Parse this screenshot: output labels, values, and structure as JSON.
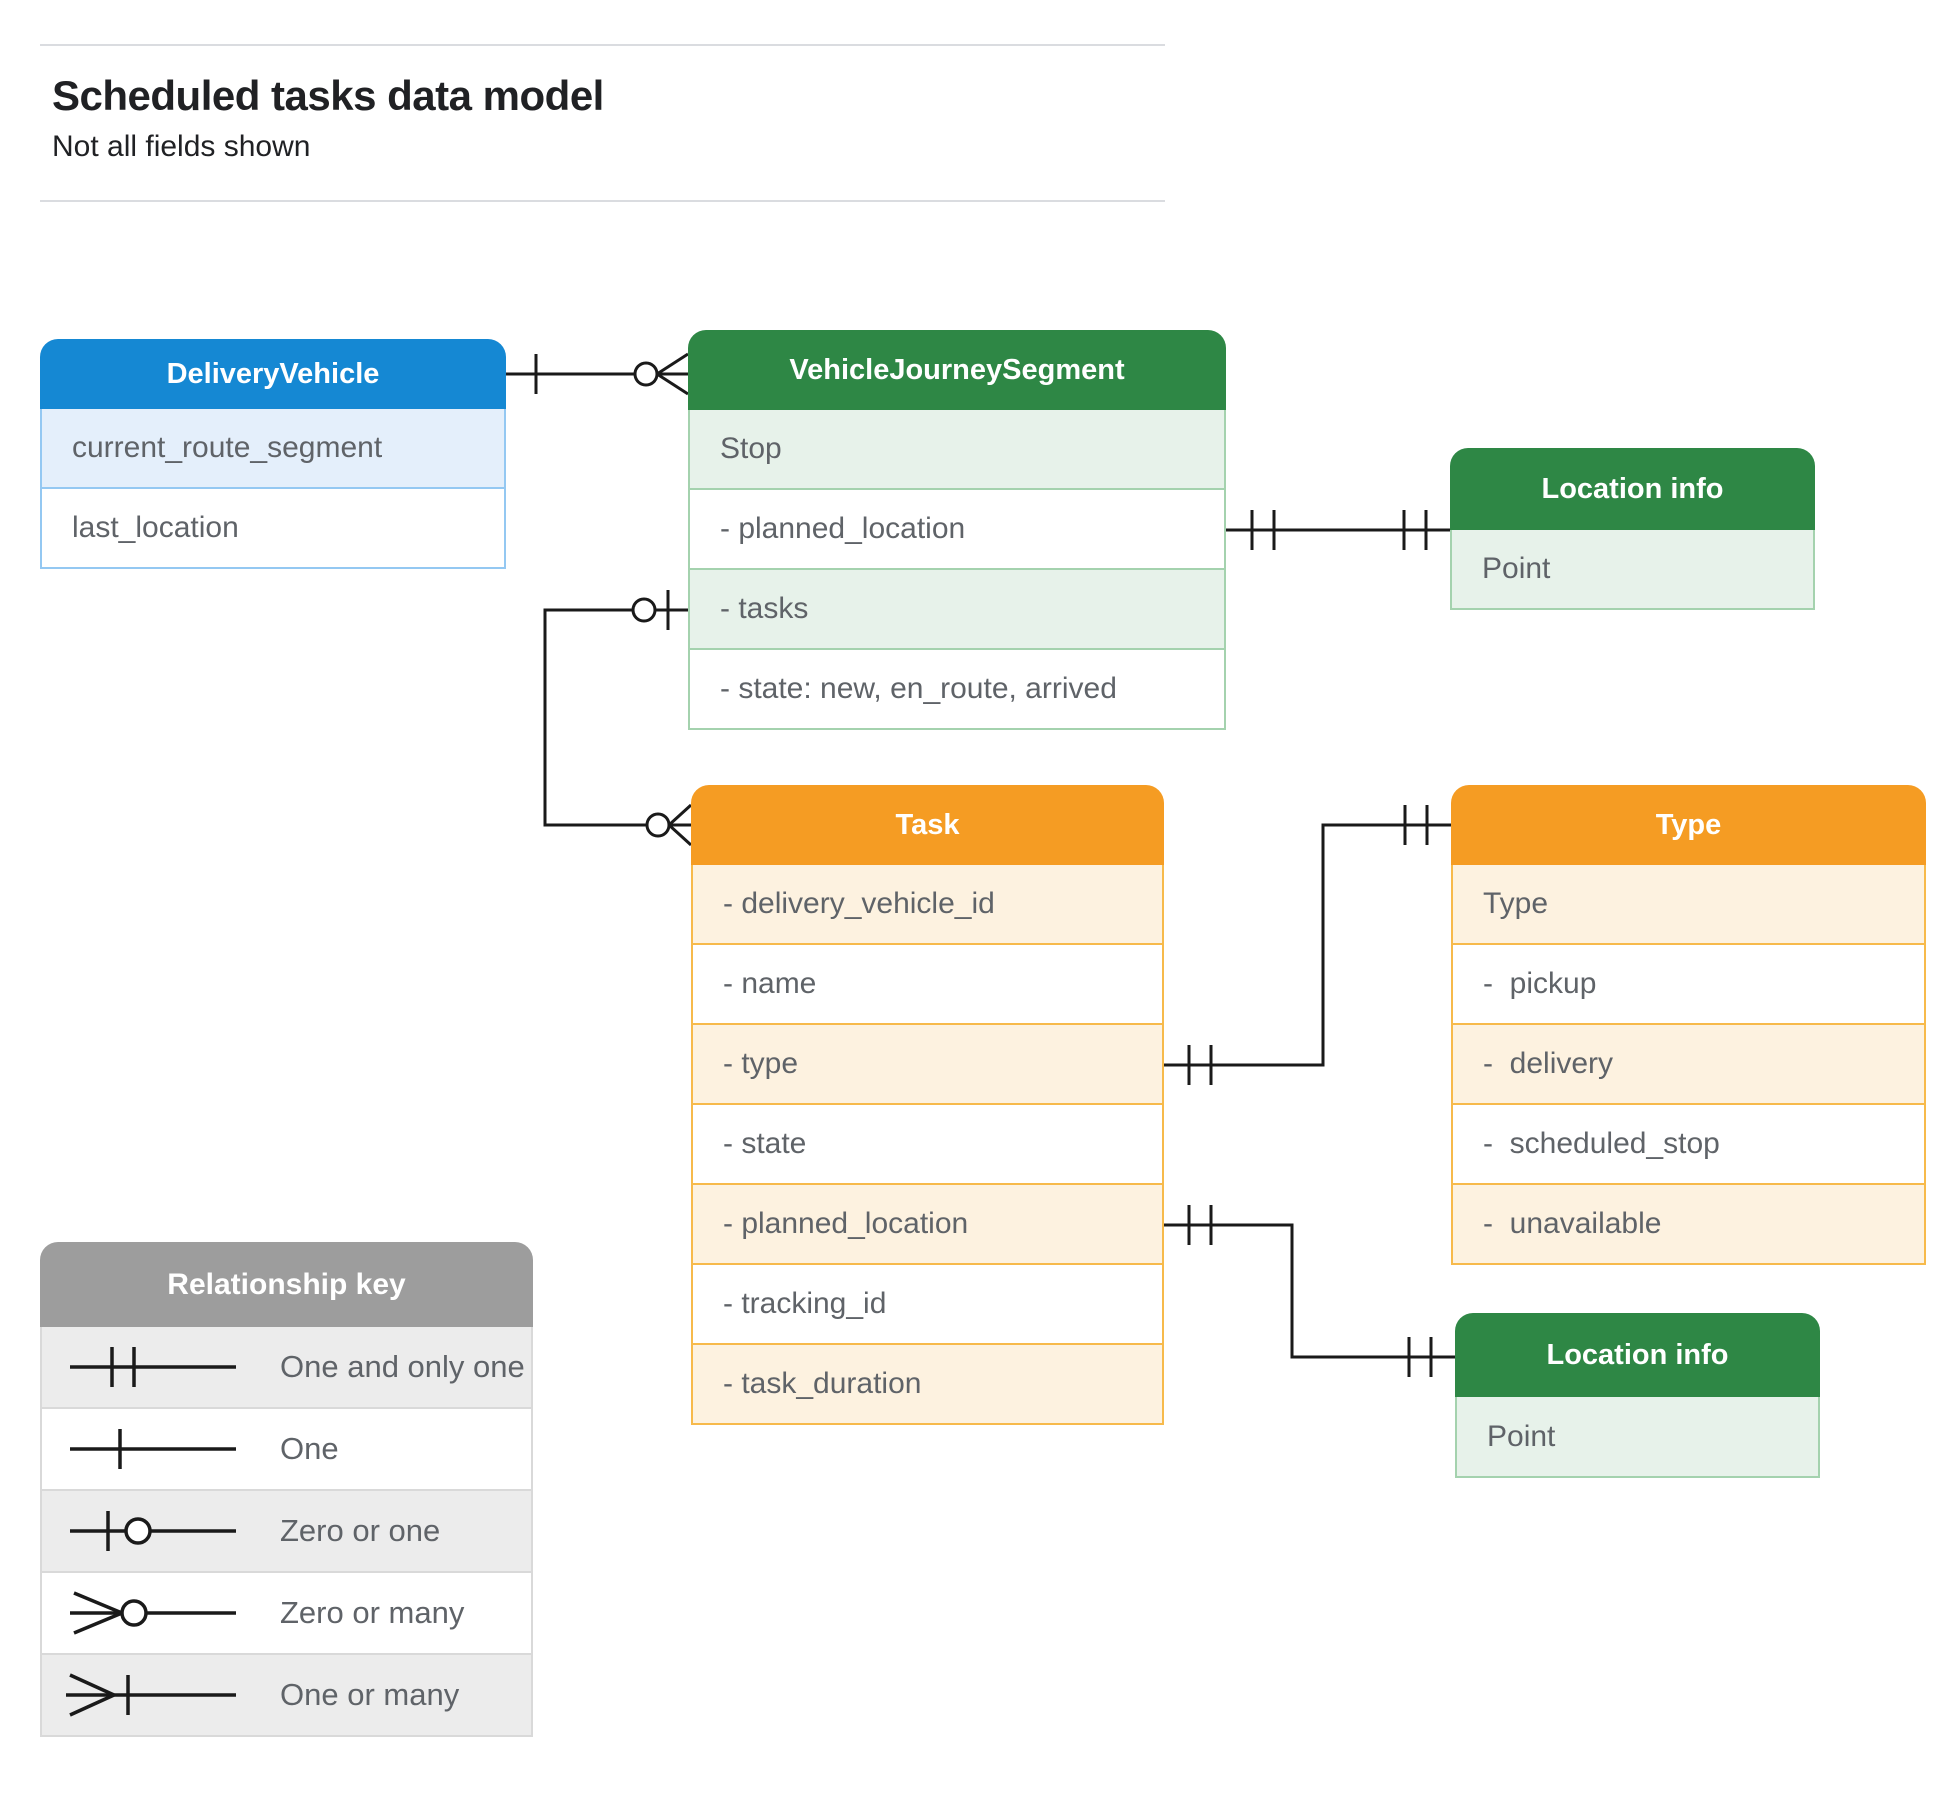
{
  "page": {
    "title": "Scheduled tasks data model",
    "subtitle": "Not all fields shown"
  },
  "colors": {
    "blue_header": "#1588d3",
    "blue_light": "#e4effb",
    "blue_border": "#94c8f2",
    "green_header": "#2e8745",
    "green_light": "#e7f2ea",
    "green_border": "#a4d2ae",
    "orange_header": "#f59c23",
    "orange_light": "#fdf2e0",
    "orange_border": "#f7ba4b",
    "gray_header": "#9d9d9d",
    "gray_light": "#ececec",
    "gray_border": "#d9d9d9",
    "line_color": "#1a1a1a",
    "field_text": "#5f6368"
  },
  "entities": [
    {
      "id": "delivery_vehicle",
      "title": "DeliveryVehicle",
      "theme": "blue",
      "fields": [
        {
          "text": "current_route_segment",
          "shaded": true
        },
        {
          "text": "last_location",
          "shaded": false
        }
      ]
    },
    {
      "id": "vehicle_journey_segment",
      "title": "VehicleJourneySegment",
      "theme": "green",
      "fields": [
        {
          "text": "Stop",
          "shaded": true
        },
        {
          "text": "- planned_location",
          "shaded": false
        },
        {
          "text": "- tasks",
          "shaded": true
        },
        {
          "text": "- state: new, en_route, arrived",
          "shaded": false
        }
      ]
    },
    {
      "id": "location_info_top",
      "title": "Location info",
      "theme": "green",
      "fields": [
        {
          "text": "Point",
          "shaded": true
        }
      ]
    },
    {
      "id": "task",
      "title": "Task",
      "theme": "orange",
      "fields": [
        {
          "text": "- delivery_vehicle_id",
          "shaded": true
        },
        {
          "text": "- name",
          "shaded": false
        },
        {
          "text": "- type",
          "shaded": true
        },
        {
          "text": "- state",
          "shaded": false
        },
        {
          "text": "- planned_location",
          "shaded": true
        },
        {
          "text": "- tracking_id",
          "shaded": false
        },
        {
          "text": "- task_duration",
          "shaded": true
        }
      ]
    },
    {
      "id": "type",
      "title": "Type",
      "theme": "orange",
      "fields": [
        {
          "text": "Type",
          "shaded": true
        },
        {
          "text": "-  pickup",
          "shaded": false
        },
        {
          "text": "-  delivery",
          "shaded": true
        },
        {
          "text": "-  scheduled_stop",
          "shaded": false
        },
        {
          "text": "-  unavailable",
          "shaded": true
        }
      ]
    },
    {
      "id": "location_info_bottom",
      "title": "Location info",
      "theme": "green",
      "fields": [
        {
          "text": "Point",
          "shaded": true
        }
      ]
    }
  ],
  "connectors": [
    {
      "from": "delivery_vehicle",
      "to": "vehicle_journey_segment",
      "from_end": "one",
      "to_end": "zero_or_many"
    },
    {
      "from": "vehicle_journey_segment.planned_location",
      "to": "location_info_top",
      "from_end": "one_and_only_one",
      "to_end": "one_and_only_one"
    },
    {
      "from": "vehicle_journey_segment.tasks",
      "to": "task",
      "from_end": "zero_or_one",
      "to_end": "zero_or_many"
    },
    {
      "from": "task.type",
      "to": "type",
      "from_end": "one_and_only_one",
      "to_end": "one_and_only_one"
    },
    {
      "from": "task.planned_location",
      "to": "location_info_bottom",
      "from_end": "one_and_only_one",
      "to_end": "one_and_only_one"
    }
  ],
  "relationship_key": {
    "title": "Relationship key",
    "rows": [
      {
        "symbol": "one_and_only_one",
        "label": "One and only one",
        "shaded": true
      },
      {
        "symbol": "one",
        "label": "One",
        "shaded": false
      },
      {
        "symbol": "zero_or_one",
        "label": "Zero or one",
        "shaded": true
      },
      {
        "symbol": "zero_or_many",
        "label": "Zero or many",
        "shaded": false
      },
      {
        "symbol": "one_or_many",
        "label": "One or many",
        "shaded": true
      }
    ]
  }
}
